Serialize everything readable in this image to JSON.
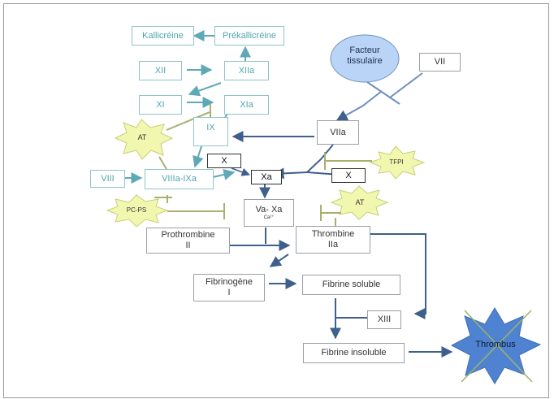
{
  "nodes": {
    "kallicreine": "Kallicréine",
    "prekallicreine": "Prékallicréine",
    "xii": "XII",
    "xiia": "XIIa",
    "xi": "XI",
    "xia": "XIa",
    "ix": "IX",
    "viii": "VIII",
    "viiia_ixa": "VIIIa-IXa",
    "x_left": "X",
    "xa": "Xa",
    "x_right": "X",
    "vii": "VII",
    "viia": "VIIa",
    "facteur_tissulaire": "Facteur tissulaire",
    "va_xa": "Va- Xa",
    "va_xa_sub": "Ca²⁺",
    "prothrombine": "Prothrombine",
    "prothrombine_sub": "II",
    "thrombine": "Thrombine",
    "thrombine_sub": "IIa",
    "fibrinogene": "Fibrinogène",
    "fibrinogene_sub": "I",
    "fibrine_soluble": "Fibrine soluble",
    "xiii": "XIII",
    "fibrine_insoluble": "Fibrine insoluble"
  },
  "inhibitors": {
    "at_top": "AT",
    "tfpi": "TFPI",
    "pc_ps": "PC-PS",
    "at_bottom": "AT"
  },
  "outcome": {
    "thrombus": "Thrombus"
  },
  "colors": {
    "teal": "#4fa6ad",
    "teal_border": "#8fc4c8",
    "arrow_teal": "#5fa8b8",
    "arrow_blue": "#3f5f8c",
    "olive_line": "#a8b070",
    "burst_fill": "#f2f7b0",
    "burst_stroke": "#c9cf73",
    "ellipse_fill": "#b9d4f6",
    "ellipse_stroke": "#6f8fbf",
    "thrombus_fill": "#4f83d1",
    "cross_line": "#9ab36a"
  }
}
